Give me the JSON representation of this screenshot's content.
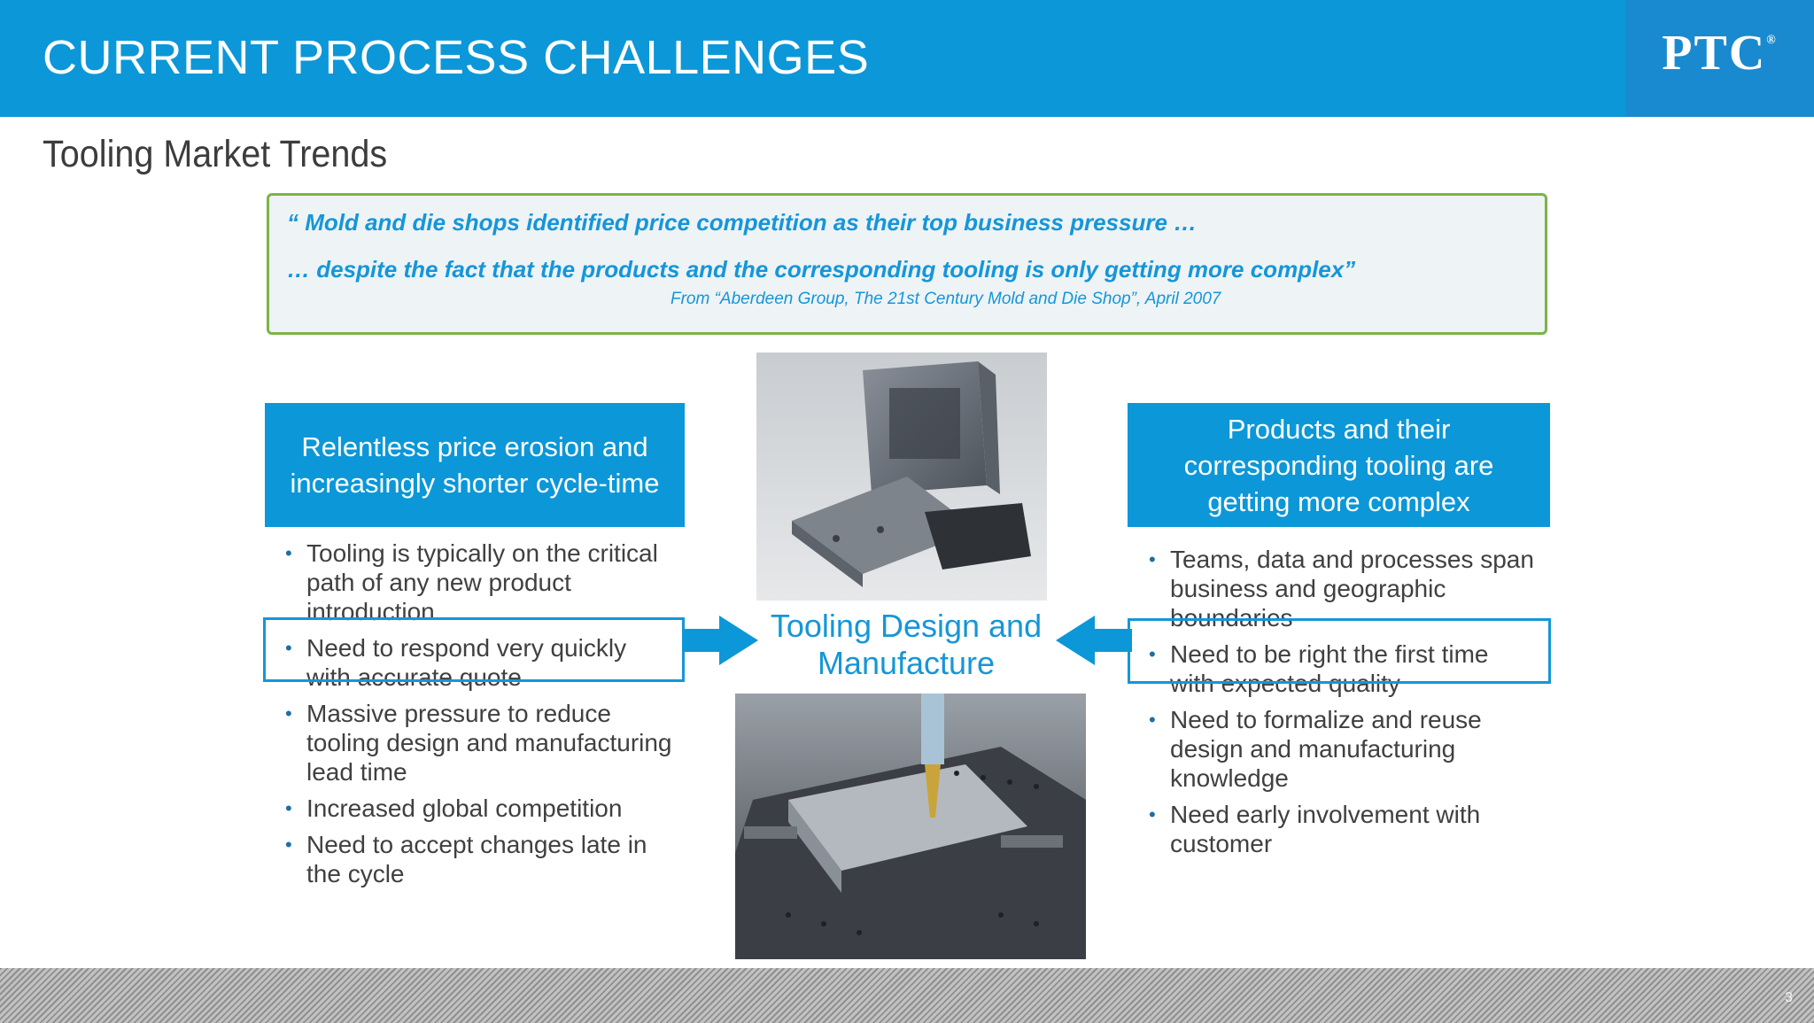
{
  "header": {
    "title": "CURRENT PROCESS CHALLENGES",
    "logo": "PTC",
    "logo_mark": "®"
  },
  "subtitle": "Tooling Market Trends",
  "quote": {
    "line1": "“ Mold and die shops identified price competition as their top business pressure …",
    "line2": "… despite the fact that the products and the corresponding tooling is only getting more complex”",
    "source": "From “Aberdeen Group, The 21st Century Mold and Die Shop”, April 2007"
  },
  "left_panel": {
    "heading": "Relentless price erosion and increasingly shorter cycle-time",
    "bullets": [
      "Tooling is typically on the critical path of any new product introduction",
      "Need to respond very quickly with accurate quote",
      "Massive pressure to reduce tooling design and manufacturing lead time",
      "Increased global competition",
      "Need to accept changes late in the cycle"
    ]
  },
  "center": {
    "title": "Tooling Design and Manufacture"
  },
  "right_panel": {
    "heading": "Products and their corresponding tooling are getting more complex",
    "bullets": [
      "Teams, data and processes span business and geographic boundaries",
      "Need to be right the first time with expected quality",
      "Need to formalize and reuse design and manufacturing knowledge",
      "Need early involvement with customer"
    ]
  },
  "footer": {
    "page_number": "3"
  },
  "colors": {
    "brand_blue": "#0c97d8",
    "quote_border": "#7bb447",
    "quote_text": "#1596d9"
  }
}
